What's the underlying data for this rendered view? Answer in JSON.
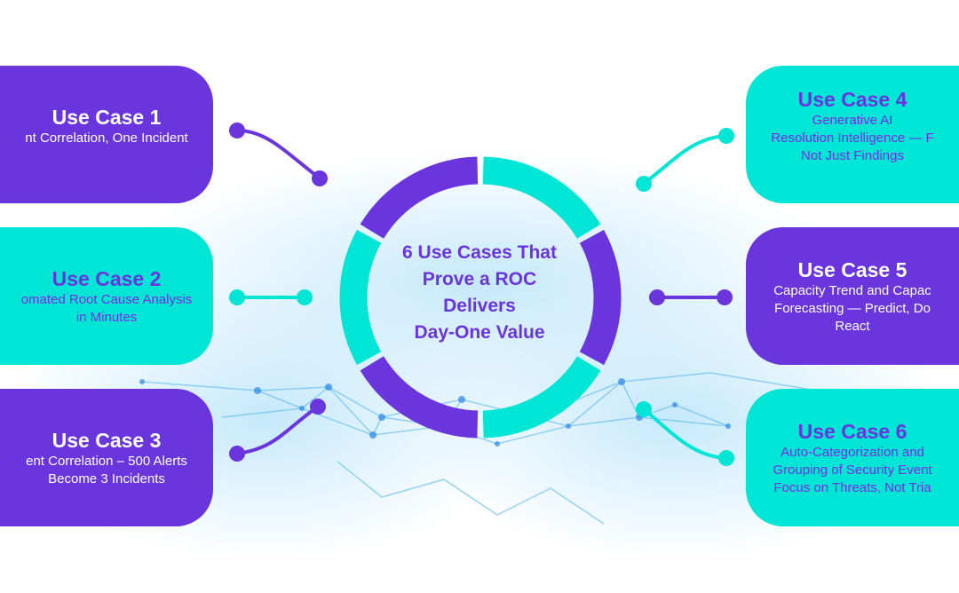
{
  "colors": {
    "purple": "#6a35dd",
    "teal": "#00e6d6"
  },
  "center": {
    "lines": [
      "6 Use Cases That",
      "Prove a ROC",
      "Delivers",
      "Day-One Value"
    ]
  },
  "use_cases": [
    {
      "title": "Use Case 1",
      "lines": [
        "nt Correlation, One Incident"
      ]
    },
    {
      "title": "Use Case 2",
      "lines": [
        "omated Root Cause Analysis",
        "in Minutes"
      ]
    },
    {
      "title": "Use Case 3",
      "lines": [
        "ent Correlation – 500 Alerts",
        "Become 3 Incidents"
      ]
    },
    {
      "title": "Use Case 4",
      "lines": [
        "Generative AI",
        "Resolution Intelligence — F",
        "Not Just Findings"
      ]
    },
    {
      "title": "Use Case 5",
      "lines": [
        "Capacity Trend and Capac",
        "Forecasting — Predict, Do",
        "React"
      ]
    },
    {
      "title": "Use Case 6",
      "lines": [
        "Auto-Categorization and",
        "Grouping of Security Event",
        "Focus on Threats, Not Tria"
      ]
    }
  ]
}
